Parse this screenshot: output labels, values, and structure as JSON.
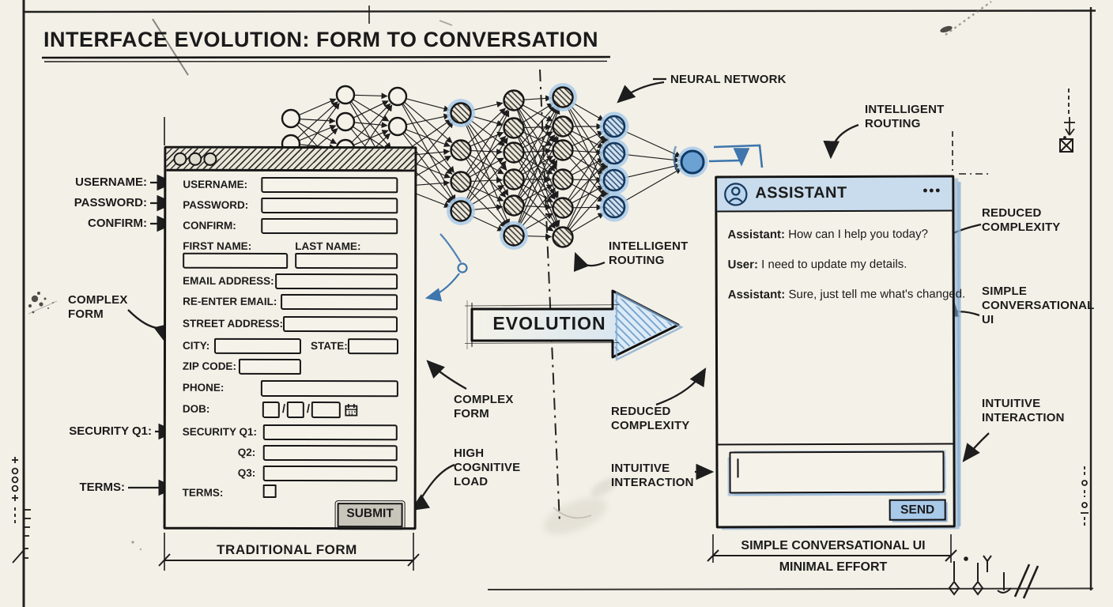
{
  "title": "INTERFACE EVOLUTION: FORM TO CONVERSATION",
  "external_labels": {
    "username": "USERNAME:",
    "password": "PASSWORD:",
    "confirm": "CONFIRM:",
    "security_q1": "SECURITY Q1:",
    "terms": "TERMS:"
  },
  "form": {
    "labels": {
      "username": "USERNAME:",
      "password": "PASSWORD:",
      "confirm": "CONFIRM:",
      "first_name": "FIRST NAME:",
      "last_name": "LAST NAME:",
      "email": "EMAIL ADDRESS:",
      "re_email": "RE-ENTER EMAIL:",
      "street": "STREET ADDRESS:",
      "city": "CITY:",
      "state": "STATE:",
      "zip": "ZIP CODE:",
      "phone": "PHONE:",
      "dob": "DOB:",
      "q1": "SECURITY Q1:",
      "q2": "Q2:",
      "q3": "Q3:",
      "terms": "TERMS:"
    },
    "dob_separator": "/",
    "submit": "SUBMIT",
    "caption": "TRADITIONAL FORM"
  },
  "chat": {
    "title": "ASSISTANT",
    "menu_icon": "•••",
    "messages": [
      {
        "speaker": "Assistant:",
        "text": "How can I help you today?"
      },
      {
        "speaker": "User:",
        "text": "I need to update my details."
      },
      {
        "speaker": "Assistant:",
        "text": "Sure, just tell me what's changed."
      }
    ],
    "send": "SEND",
    "caption_line1": "SIMPLE CONVERSATIONAL UI",
    "caption_line2": "MINIMAL EFFORT"
  },
  "annotations": {
    "neural_network": "NEURAL NETWORK",
    "intelligent_routing_mid": "INTELLIGENT ROUTING",
    "intelligent_routing_right": "INTELLIGENT ROUTING",
    "complex_form_left": "COMPLEX FORM",
    "complex_form_mid": "COMPLEX FORM",
    "high_cognitive_load": "HIGH COGNITIVE LOAD",
    "reduced_complexity_mid": "REDUCED COMPLEXITY",
    "reduced_complexity_right": "REDUCED COMPLEXITY",
    "simple_conversational_ui_right": "SIMPLE CONVERSATIONAL UI",
    "intuitive_interaction_mid": "INTUITIVE INTERACTION",
    "intuitive_interaction_right": "INTUITIVE INTERACTION",
    "evolution": "EVOLUTION"
  },
  "colors": {
    "paper": "#f3f0e7",
    "ink": "#1b1b1b",
    "blue_ink": "#3e76ad",
    "blue_light": "#a9c9e9",
    "header_blue": "#c9dced",
    "glow_blue": "#a9cbe9",
    "submit_gray": "#c8c5bb"
  }
}
